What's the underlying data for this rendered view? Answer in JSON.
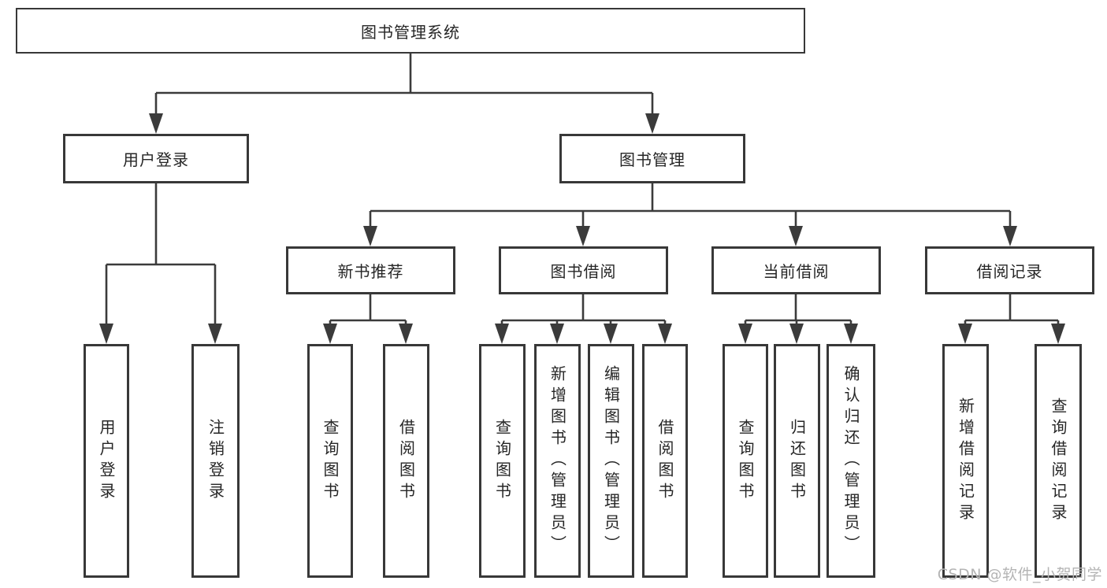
{
  "diagram": {
    "title": "图书管理系统",
    "level2": {
      "user_login": "用户登录",
      "book_management": "图书管理"
    },
    "level3": {
      "new_book": "新书推荐",
      "book_borrow": "图书借阅",
      "current_borrow": "当前借阅",
      "borrow_records": "借阅记录"
    },
    "leaves": {
      "user_login": "用户登录",
      "logout": "注销登录",
      "nb_query": "查询图书",
      "nb_borrow": "借阅图书",
      "bb_query": "查询图书",
      "bb_add": "新增图书（管理员）",
      "bb_edit": "编辑图书（管理员）",
      "bb_borrow": "借阅图书",
      "cb_query": "查询图书",
      "cb_return": "归还图书",
      "cb_confirm": "确认归还（管理员）",
      "br_add": "新增借阅记录",
      "br_query": "查询借阅记录"
    }
  },
  "watermark": "CSDN @软件_小贺同学",
  "colors": {
    "line": "#3b3b3b",
    "text": "#262626",
    "watermark": "#b4b4b4",
    "background": "#ffffff"
  }
}
